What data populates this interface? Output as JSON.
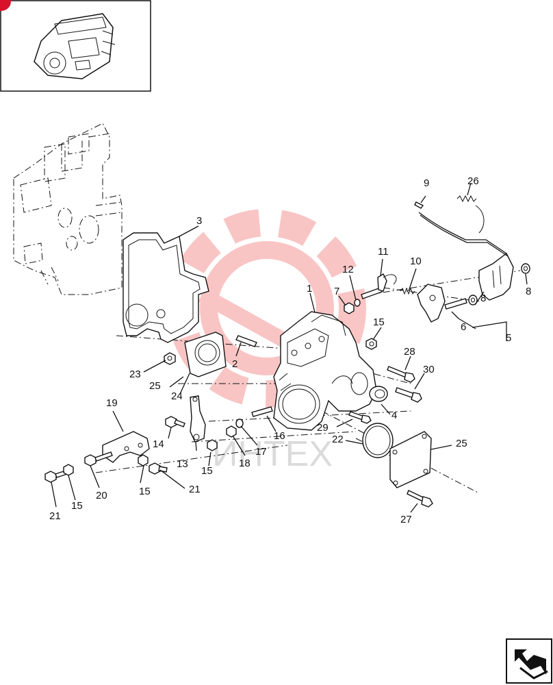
{
  "watermark": {
    "text": "ИНТЕХ",
    "color": "#e8342e"
  },
  "labels": {
    "l1": "1",
    "l2": "2",
    "l3": "3",
    "l4": "4",
    "l5": "5",
    "l6": "6",
    "l7": "7",
    "l8a": "8",
    "l8b": "8",
    "l9": "9",
    "l10": "10",
    "l11": "11",
    "l12": "12",
    "l13": "13",
    "l14": "14",
    "l15a": "15",
    "l15b": "15",
    "l15c": "15",
    "l15d": "15",
    "l16": "16",
    "l17": "17",
    "l18": "18",
    "l19": "19",
    "l20": "20",
    "l21a": "21",
    "l21b": "21",
    "l22": "22",
    "l23": "23",
    "l24": "24",
    "l25a": "25",
    "l25b": "25",
    "l26": "26",
    "l27": "27",
    "l28": "28",
    "l29": "29",
    "l30": "30"
  },
  "icons": {
    "thumbnail": "engine-thumbnail-icon",
    "nav": "next-page-arrow-icon"
  }
}
